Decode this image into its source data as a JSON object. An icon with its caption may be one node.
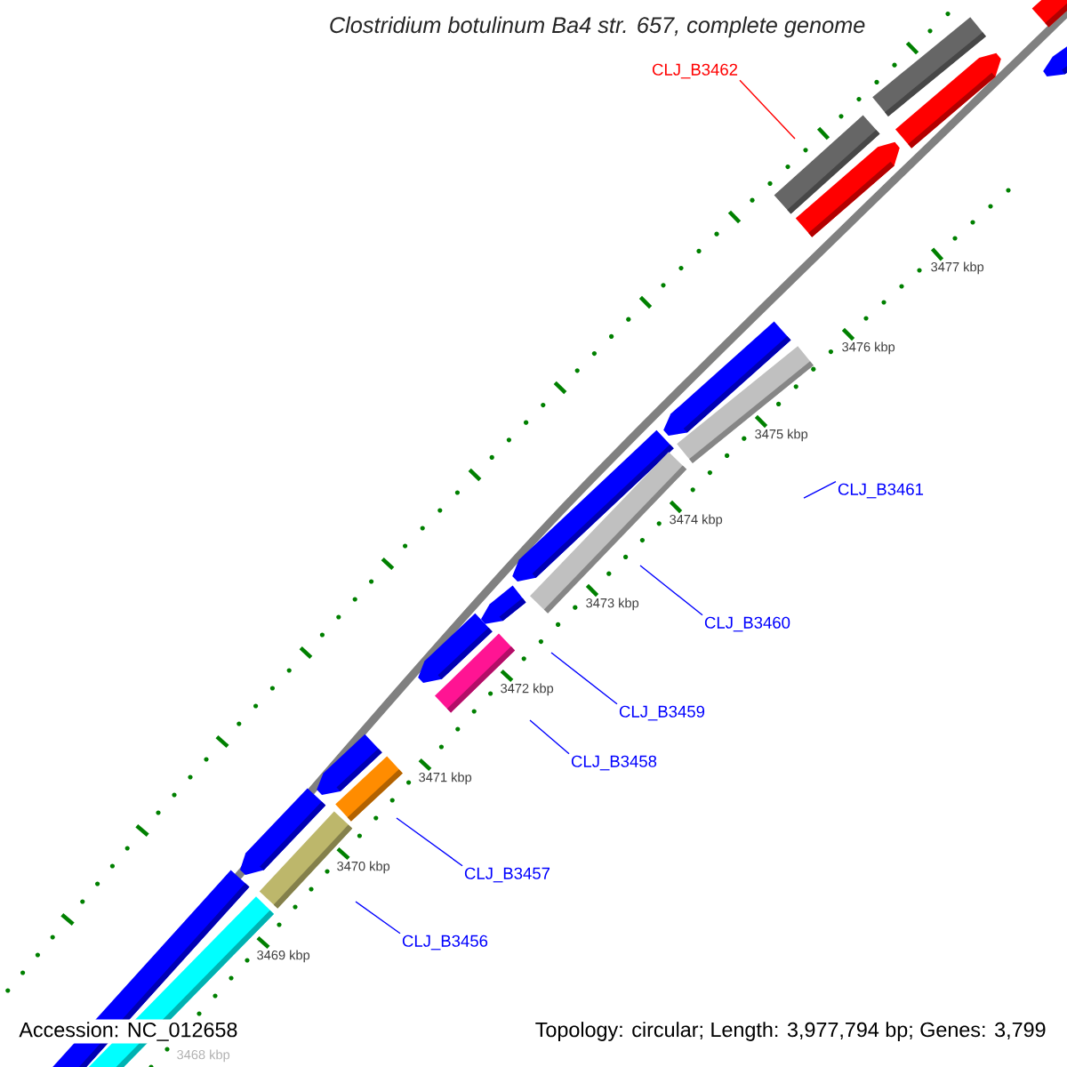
{
  "diagram": {
    "title": "Clostridium botulinum Ba4 str. 657, complete genome",
    "nodes": [
      {
        "text": [
          "CLJ_B3462"
        ]
      },
      {
        "text": [
          "CLJ_B3461"
        ]
      },
      {
        "text": [
          "CLJ_B3460"
        ]
      },
      {
        "text": [
          "CLJ_B3459"
        ]
      },
      {
        "text": [
          "CLJ_B3458"
        ]
      },
      {
        "text": [
          "CLJ_B3457"
        ]
      },
      {
        "text": [
          "CLJ_B3456"
        ]
      }
    ],
    "edges": [
      {
        "from": 0,
        "to": null,
        "arrow": "none",
        "color": "#ff0000"
      },
      {
        "from": 1,
        "to": null,
        "arrow": "none"
      },
      {
        "from": 2,
        "to": null,
        "arrow": "none"
      },
      {
        "from": 3,
        "to": null,
        "arrow": "none"
      },
      {
        "from": 4,
        "to": null,
        "arrow": "none"
      },
      {
        "from": 5,
        "to": null,
        "arrow": "none"
      },
      {
        "from": 6,
        "to": null,
        "arrow": "none"
      }
    ],
    "labels": [
      "3477 kbp",
      "3476 kbp",
      "3475 kbp",
      "3474 kbp",
      "3473 kbp",
      "3472 kbp",
      "3471 kbp",
      "3470 kbp",
      "3469 kbp",
      "3468 kbp",
      "Accession: NC_012658",
      "Topology: circular; Length: 3,977,794 bp; Genes: 3,799"
    ]
  }
}
